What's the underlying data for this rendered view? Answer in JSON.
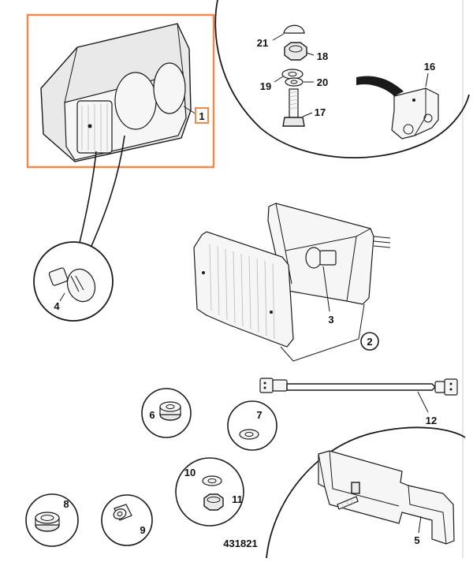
{
  "diagram": {
    "drawing_number": "431821",
    "highlight_color": "#f08a4b",
    "callouts": [
      {
        "id": "c1",
        "label": "1",
        "highlighted": true
      },
      {
        "id": "c2",
        "label": "2",
        "circled": true
      },
      {
        "id": "c3",
        "label": "3"
      },
      {
        "id": "c4",
        "label": "4"
      },
      {
        "id": "c5",
        "label": "5"
      },
      {
        "id": "c6",
        "label": "6"
      },
      {
        "id": "c7",
        "label": "7"
      },
      {
        "id": "c8",
        "label": "8"
      },
      {
        "id": "c9",
        "label": "9"
      },
      {
        "id": "c10",
        "label": "10"
      },
      {
        "id": "c11",
        "label": "11"
      },
      {
        "id": "c12",
        "label": "12"
      },
      {
        "id": "c16",
        "label": "16"
      },
      {
        "id": "c17",
        "label": "17"
      },
      {
        "id": "c18",
        "label": "18"
      },
      {
        "id": "c19",
        "label": "19"
      },
      {
        "id": "c20",
        "label": "20"
      },
      {
        "id": "c21",
        "label": "21"
      }
    ]
  }
}
